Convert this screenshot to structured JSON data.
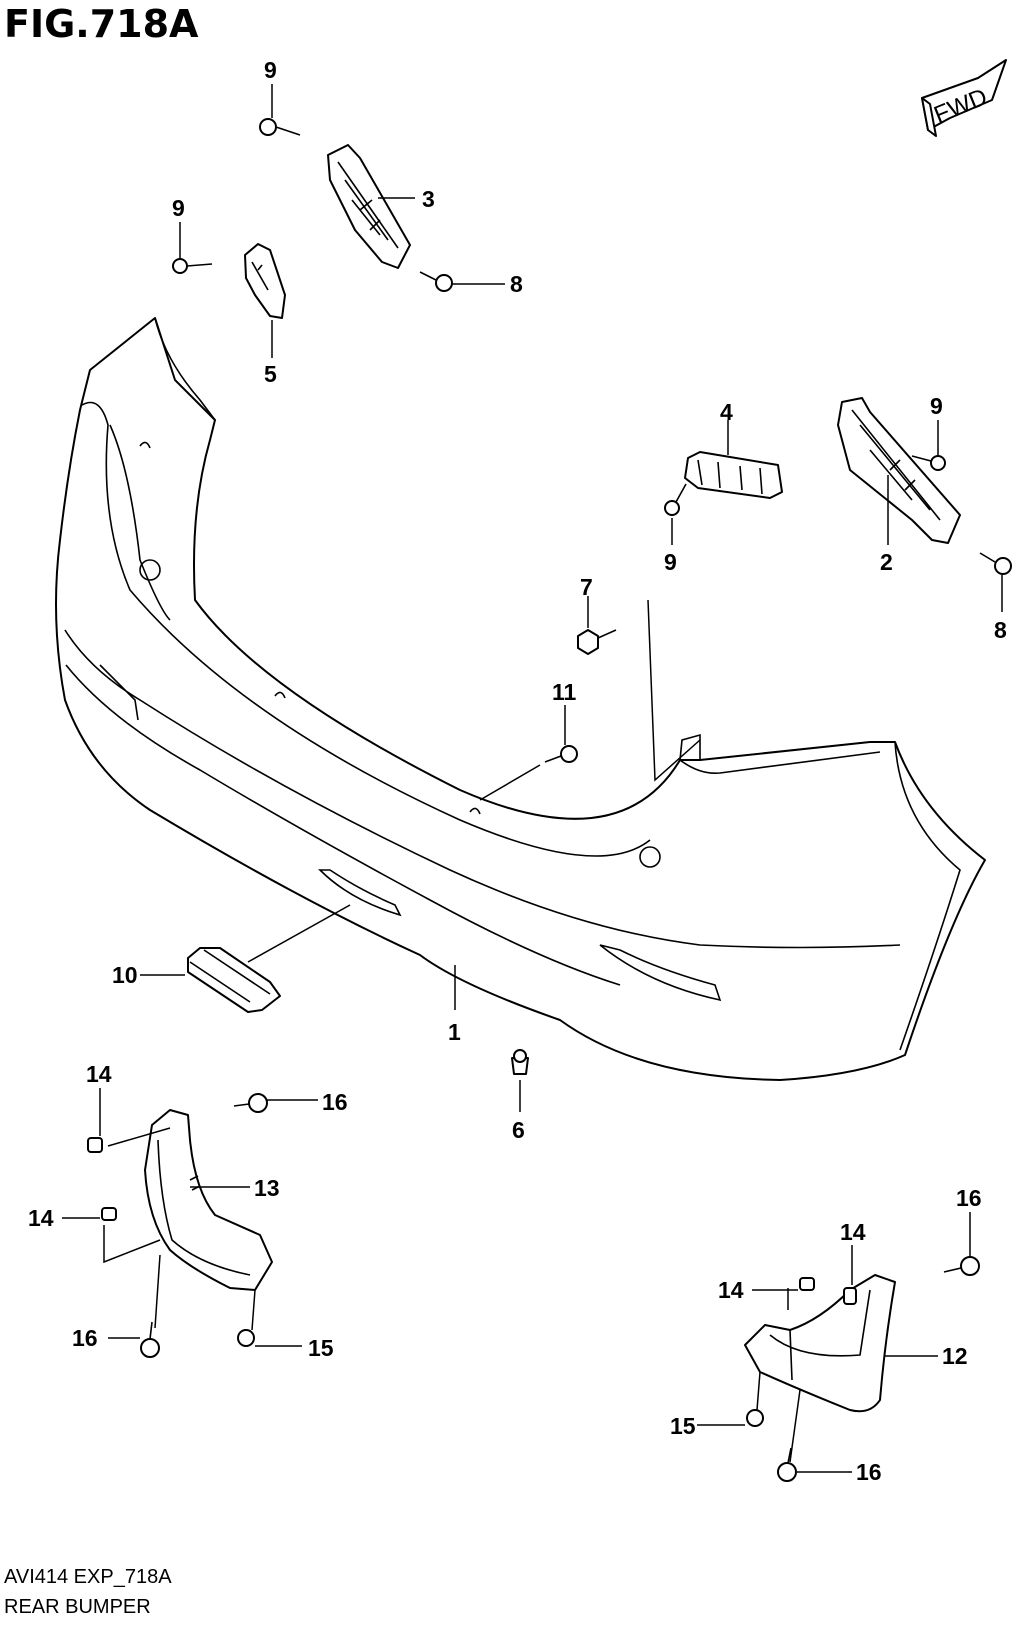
{
  "figure": {
    "title": "FIG.718A",
    "code": "AVI414 EXP_718A",
    "name": "REAR BUMPER",
    "direction_label": "FWD"
  },
  "callouts": [
    "1",
    "2",
    "3",
    "4",
    "5",
    "6",
    "7",
    "8",
    "9",
    "10",
    "11",
    "12",
    "13",
    "14",
    "15",
    "16"
  ],
  "parts": {
    "rear_bumper": "1",
    "bracket_right": "2",
    "bracket_left": "3",
    "bracket_center": "4",
    "bracket_side": "5",
    "clip": "6",
    "bolt": "7",
    "screw_8": "8",
    "screw_9": "9",
    "reflector": "10",
    "screw_11": "11",
    "mudflap_right": "12",
    "mudflap_left": "13",
    "nut_14": "14",
    "screw_15": "15",
    "screw_16": "16"
  },
  "icons": [
    "screw-icon",
    "bolt-icon",
    "clip-icon",
    "fwd-arrow-icon"
  ]
}
